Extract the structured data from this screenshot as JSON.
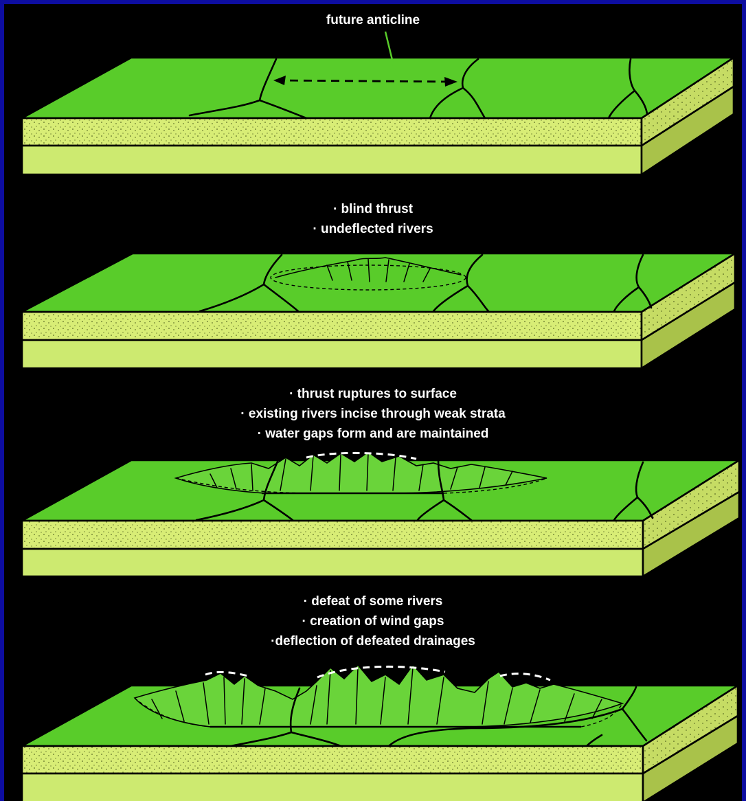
{
  "captions": {
    "panel1": [
      "future anticline"
    ],
    "panel2": [
      "· blind thrust",
      "· undeflected rivers"
    ],
    "panel3": [
      "· thrust ruptures to surface",
      "· existing rivers incise through weak strata",
      "· water gaps form and are maintained"
    ],
    "panel4": [
      "· defeat of some rivers",
      "· creation of wind gaps",
      "·deflection of defeated drainages"
    ]
  },
  "colors": {
    "border": "#0d0da0",
    "background": "#000000",
    "surface": "#59cc2a",
    "sandstone_layer": "#d8ed76",
    "base_layer": "#cdea70",
    "side_face": "#a9c24a",
    "ridge": "#6ad43a",
    "text": "#ffffff"
  }
}
